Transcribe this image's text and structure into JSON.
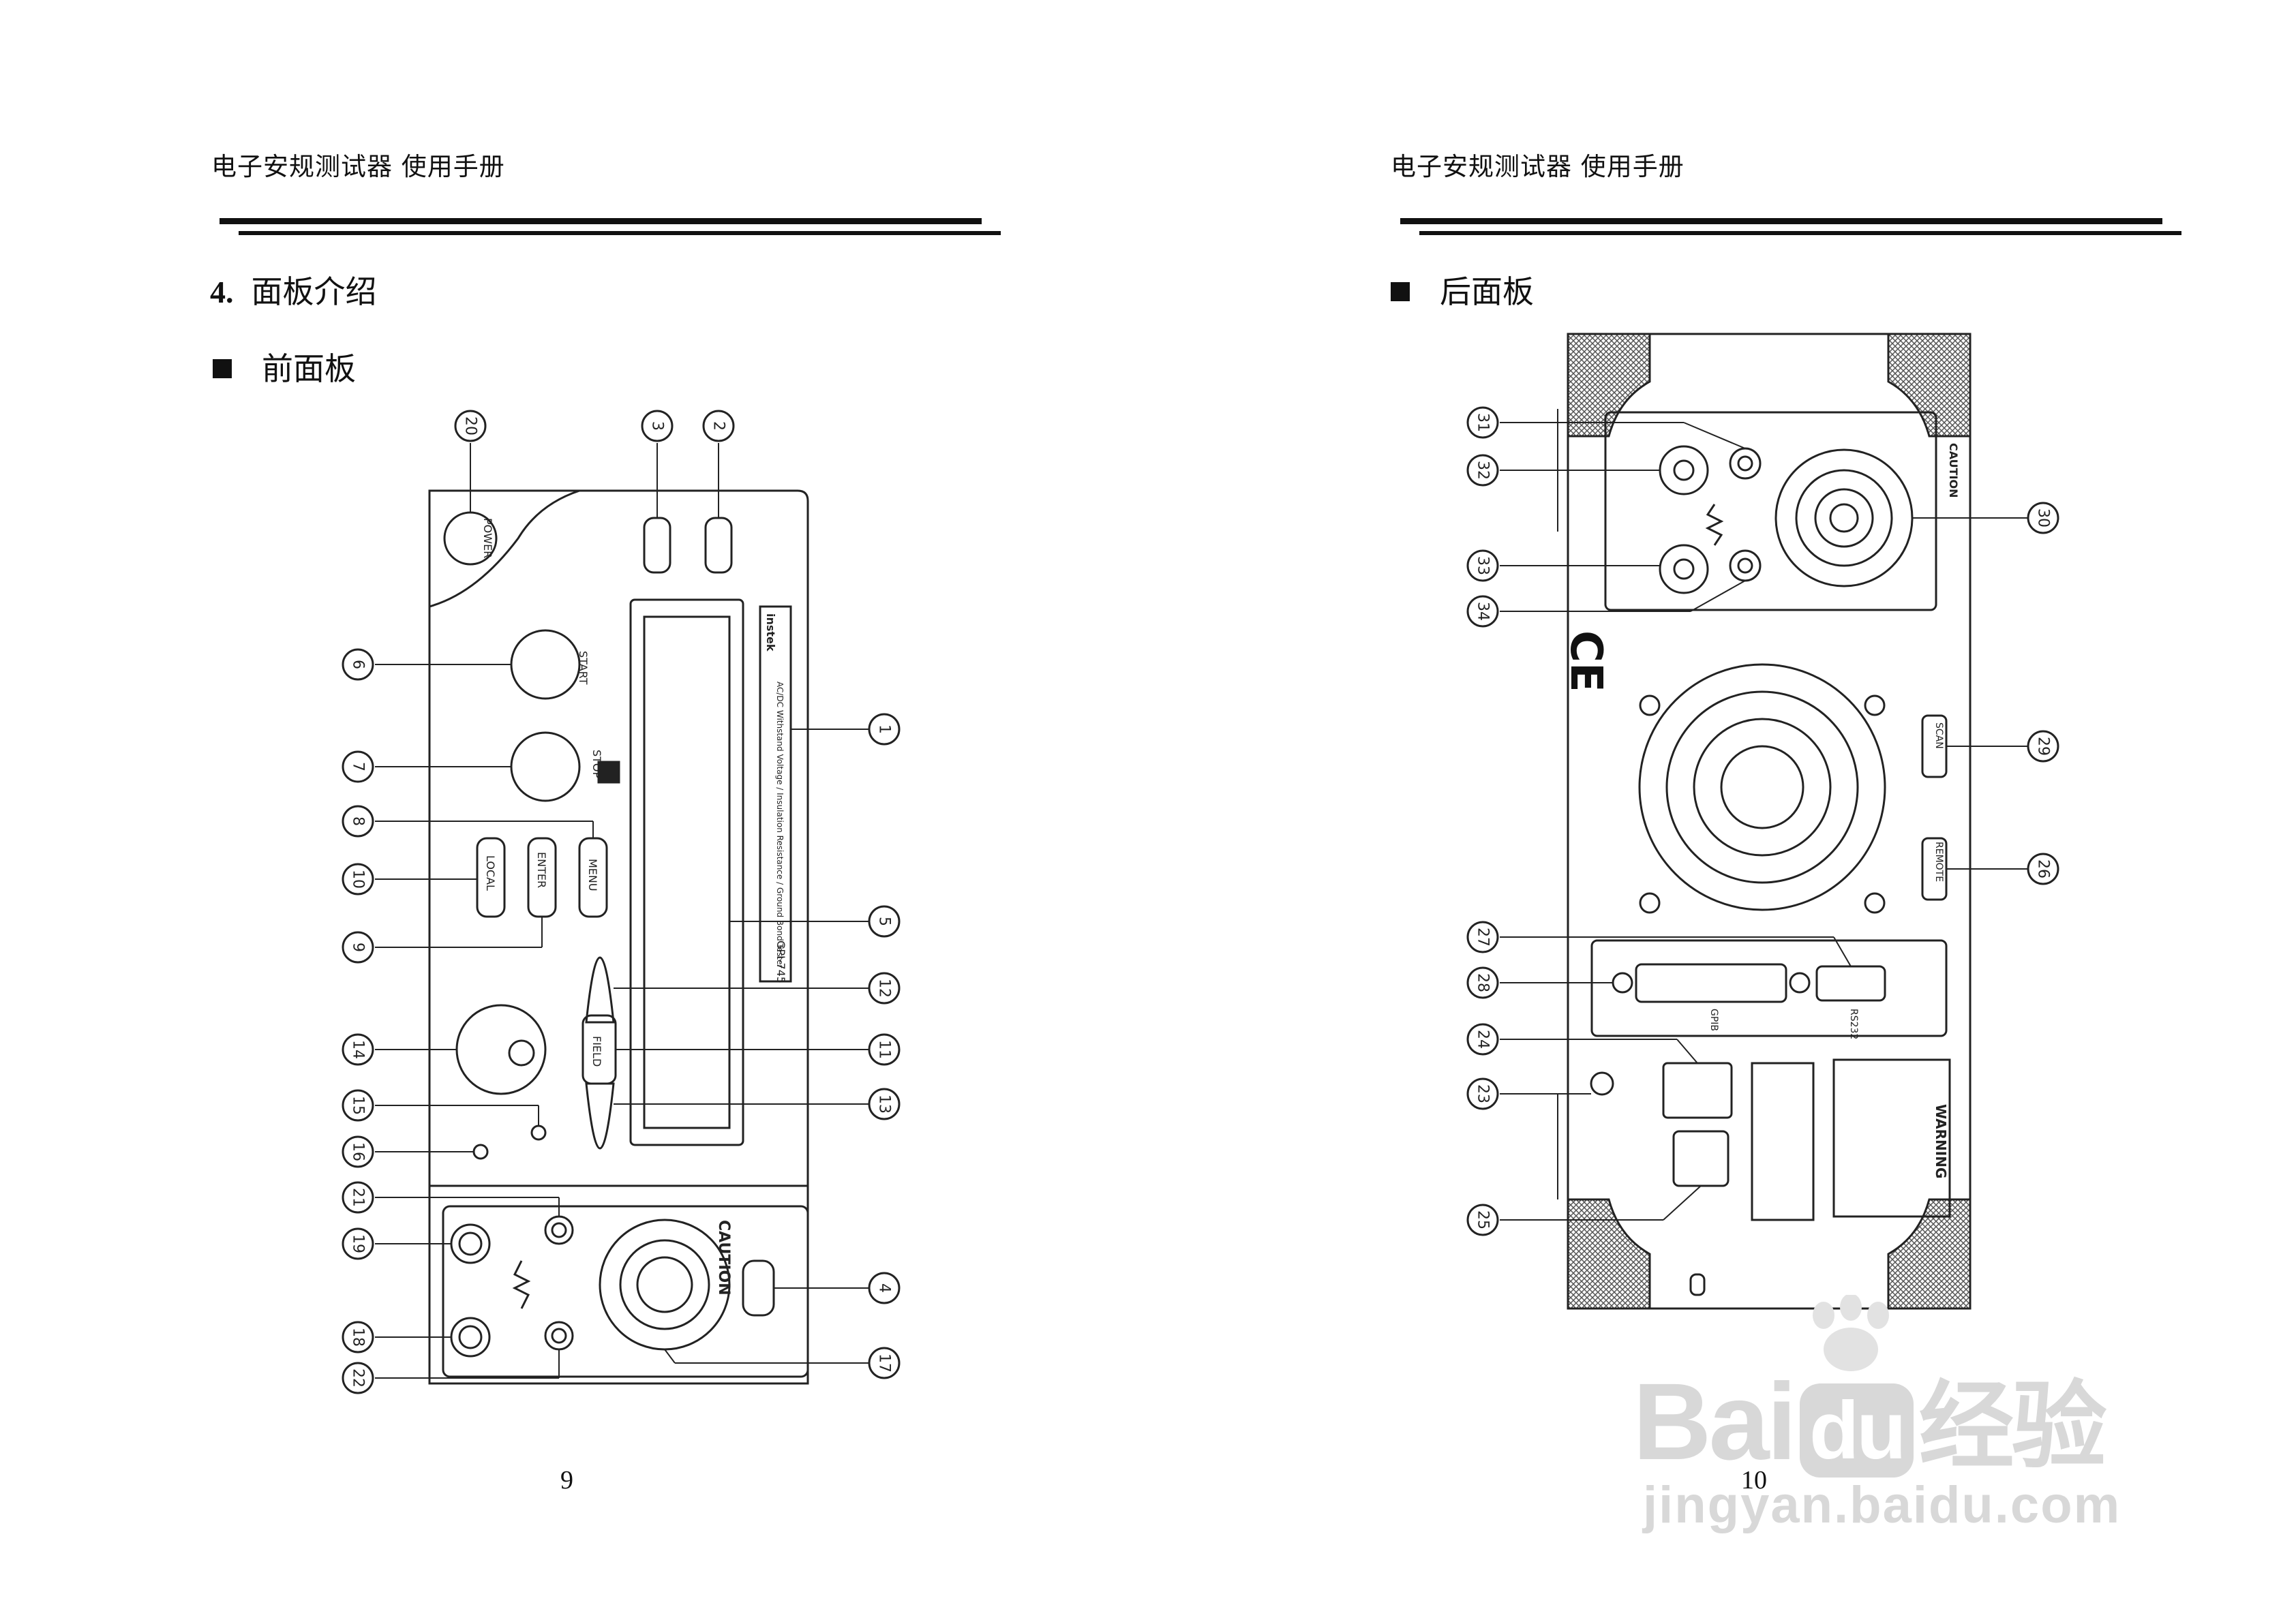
{
  "left_page": {
    "header": "电子安规测试器  使用手册",
    "section_number": "4.",
    "section_title": "面板介绍",
    "subsection": "前面板",
    "page_number": "9",
    "figure": {
      "callouts": [
        "20",
        "3",
        "2",
        "6",
        "7",
        "8",
        "10",
        "9",
        "14",
        "15",
        "16",
        "21",
        "19",
        "18",
        "22",
        "1",
        "5",
        "12",
        "11",
        "13",
        "4",
        "17"
      ],
      "labels": {
        "power": "POWER",
        "start": "START",
        "stop": "STOP",
        "menu": "MENU",
        "enter": "ENTER",
        "local": "LOCAL",
        "field": "FIELD",
        "caution": "CAUTION",
        "brand": "instek",
        "model": "GPI-745",
        "lcd_title": "AC/DC Withstand Voltage / Insulation Resistance / Ground Bond Tester"
      }
    }
  },
  "right_page": {
    "header": "电子安规测试器  使用手册",
    "subsection": "后面板",
    "page_number": "10",
    "figure": {
      "callouts": [
        "31",
        "32",
        "33",
        "34",
        "30",
        "29",
        "26",
        "27",
        "28",
        "24",
        "23",
        "25"
      ],
      "labels": {
        "warning": "WARNING",
        "caution": "CAUTION",
        "ce": "CE",
        "scan": "SCAN",
        "remote": "REMOTE",
        "gpib": "GPIB",
        "rs232": "RS232"
      }
    }
  },
  "watermark": {
    "brand": "Bai",
    "brand_du": "du",
    "cn": "经验",
    "url": "jingyan.baidu.com"
  }
}
